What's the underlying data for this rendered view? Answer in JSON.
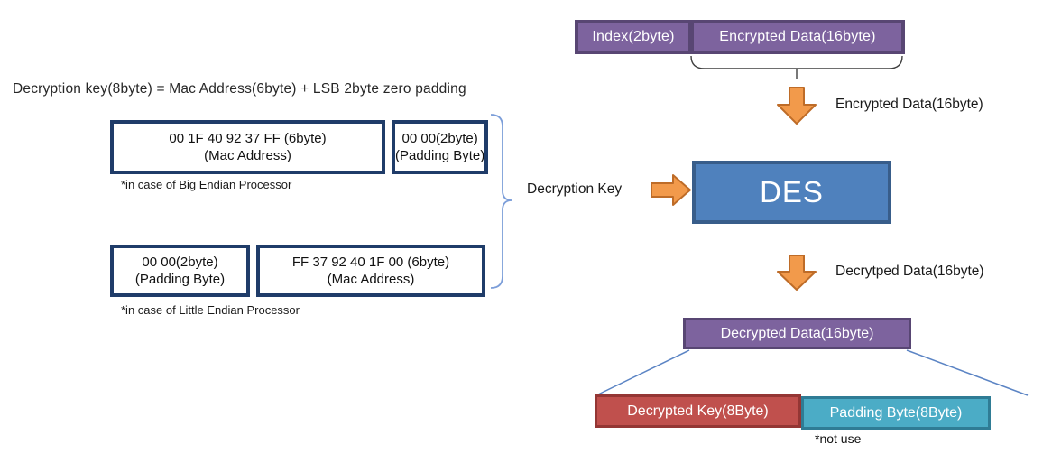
{
  "heading": "Decryption key(8byte) = Mac Address(6byte) + LSB 2byte zero padding",
  "top_flow": {
    "index_label": "Index(2byte)",
    "encrypted_label": "Encrypted Data(16byte)",
    "arrow_caption": "Encrypted Data(16byte)"
  },
  "key_boxes": {
    "big_endian": {
      "cells": [
        {
          "line1": "00 1F 40 92 37 FF (6byte)",
          "line2": "(Mac Address)"
        },
        {
          "line1": "00 00(2byte)",
          "line2": "(Padding Byte)"
        }
      ],
      "caption": "*in case of Big Endian Processor"
    },
    "little_endian": {
      "cells": [
        {
          "line1": "00 00(2byte)",
          "line2": "(Padding Byte)"
        },
        {
          "line1": "FF 37 92 40 1F 00 (6byte)",
          "line2": "(Mac Address)"
        }
      ],
      "caption": "*in case of Little Endian Processor"
    }
  },
  "des": {
    "label": "DES",
    "input_label": "Decryption Key",
    "output_caption": "Decrytped Data(16byte)"
  },
  "decrypted": {
    "box_label": "Decrypted Data(16byte)",
    "key_label": "Decrypted Key(8Byte)",
    "padding_label": "Padding Byte(8Byte)",
    "note": "*not use"
  },
  "colors": {
    "purple_fill": "#7D639E",
    "purple_border": "#584673",
    "des_fill": "#4F81BD",
    "des_border": "#385D8A",
    "navy_border": "#1F3C69",
    "arrow_orange_fill": "#F29A4B",
    "arrow_orange_border": "#BE6C28",
    "red_fill": "#C0504D",
    "red_border": "#943634",
    "teal_fill": "#4BACC6",
    "teal_border": "#2F7C95",
    "connector_blue": "#5B84C4",
    "brace_blue": "#7C9ED9",
    "underbrace_gray": "#3F3F3F"
  }
}
